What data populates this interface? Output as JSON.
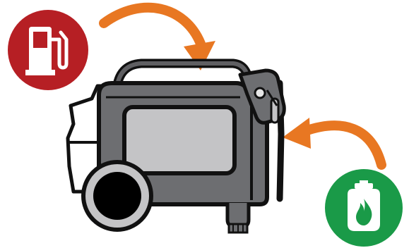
{
  "scene": {
    "subject": "dual-fuel-generator",
    "background_color": "#ffffff",
    "outline_color": "#111111",
    "arrow_color": "#e87722"
  },
  "fuel_sources": [
    {
      "id": "gasoline",
      "icon": "fuel-pump-icon",
      "badge_color": "#b61f24",
      "symbol_color": "#ffffff"
    },
    {
      "id": "propane",
      "icon": "propane-tank-icon",
      "badge_color": "#1a9a48",
      "symbol_color": "#ffffff"
    }
  ],
  "generator": {
    "body_color": "#6d6e71",
    "panel_color": "#c4c4c6",
    "handle_color": "#5f5f62",
    "wheel_hub_color": "#000000",
    "wheel_rim_color": "#c4c4c6",
    "side_cover_color": "#ffffff",
    "hose_connector": "propane-inlet-valve-icon"
  }
}
